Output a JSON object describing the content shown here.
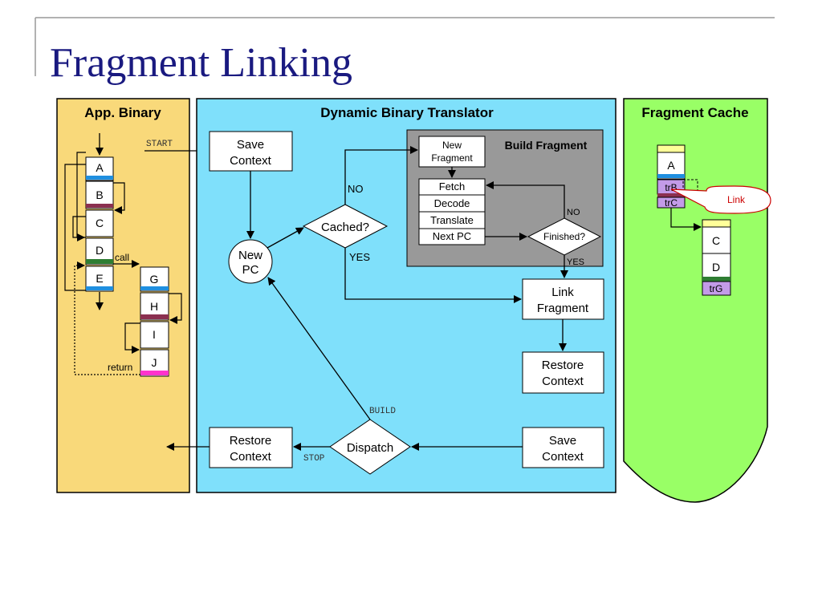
{
  "title": "Fragment Linking",
  "app_binary": {
    "title": "App. Binary",
    "blocks_left": [
      "A",
      "B",
      "C",
      "D",
      "E"
    ],
    "blocks_right": [
      "G",
      "H",
      "I",
      "J"
    ],
    "call_label": "call",
    "return_label": "return",
    "start_label": "START"
  },
  "translator": {
    "title": "Dynamic Binary Translator",
    "save_context_top": "Save\nContext",
    "new_pc": "New\nPC",
    "cached": "Cached?",
    "no_label": "NO",
    "yes_label": "YES",
    "build_fragment": {
      "title": "Build Fragment",
      "new_fragment": "New\nFragment",
      "steps": [
        "Fetch",
        "Decode",
        "Translate",
        "Next PC"
      ],
      "finished": "Finished?",
      "no_label": "NO",
      "yes_label": "YES"
    },
    "link_fragment": "Link\nFragment",
    "restore_context_right": "Restore\nContext",
    "save_context_bottom": "Save\nContext",
    "dispatch": "Dispatch",
    "build_label": "BUILD",
    "stop_label": "STOP",
    "restore_context_left": "Restore\nContext"
  },
  "fragment_cache": {
    "title": "Fragment Cache",
    "frag1": [
      "A",
      "trB",
      "trC"
    ],
    "frag2": [
      "C",
      "D",
      "trG"
    ],
    "link_callout": "Link"
  },
  "colors": {
    "app_bg": "#f9d97a",
    "translator_bg": "#7fe0fb",
    "cache_bg": "#99ff66",
    "build_bg": "#999999",
    "title": "#1a1a80",
    "blue_bar": "#1f8fe0",
    "maroon_bar": "#8b3050",
    "green_bar": "#2e7d32",
    "magenta_bar": "#ff33cc",
    "purple_cell": "#c39be8",
    "yellow_cap": "#ffff99",
    "link_red": "#cc0000"
  }
}
